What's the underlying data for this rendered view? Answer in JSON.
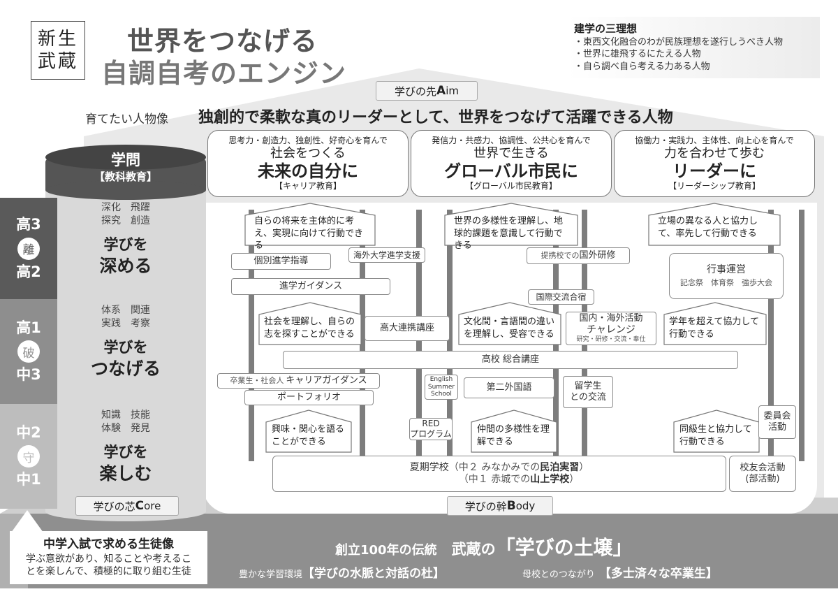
{
  "title": {
    "badge_line1": "新生",
    "badge_line2": "武蔵",
    "line1": "世界をつなげる",
    "line2": "自調自考のエンジン"
  },
  "ideals": {
    "heading": "建学の三理想",
    "items": [
      "・東西文化融合のわが民族理想を遂行しうべき人物",
      "・世界に雄飛するにたえる人物",
      "・自ら調べ自ら考える力ある人物"
    ]
  },
  "aim": {
    "label_pre": "学びの先 ",
    "label_cap": "A",
    "label_rest": "im",
    "person_label": "育てたい人物像",
    "person_text": "独創的で柔軟な真のリーダーとして、世界をつなげて活躍できる人物"
  },
  "headers": [
    {
      "sub": "思考力・創造力、独創性、好奇心を育んで",
      "line1": "社会をつくる",
      "line2": "未来の自分に",
      "tag": "【キャリア教育】"
    },
    {
      "sub": "発信力・共感力、協調性、公共心を育んで",
      "line1": "世界で生きる",
      "line2": "グローバル市民に",
      "tag": "【グローバル市民教育】"
    },
    {
      "sub": "協働力・実践力、主体性、向上心を育んで",
      "line1": "力を合わせて歩む",
      "line2": "リーダーに",
      "tag": "【リーダーシップ教育】"
    }
  ],
  "pillar": {
    "title": "学問",
    "subtitle": "【教科教育】",
    "levels": [
      {
        "small1": "深化　飛躍",
        "small2": "探究　創造",
        "big1": "学びを",
        "big2": "深める"
      },
      {
        "small1": "体系　関連",
        "small2": "実践　考察",
        "big1": "学びを",
        "big2": "つなげる"
      },
      {
        "small1": "知識　技能",
        "small2": "体験　発見",
        "big1": "学びを",
        "big2": "楽しむ"
      }
    ],
    "core_pre": "学びの芯 ",
    "core_cap": "C",
    "core_rest": "ore"
  },
  "stages": [
    {
      "top": "高3",
      "mid": "離",
      "bottom": "高2",
      "color": "#5a5a5a"
    },
    {
      "top": "高1",
      "mid": "破",
      "bottom": "中3",
      "color": "#8e8e8e"
    },
    {
      "top": "中2",
      "mid": "守",
      "bottom": "中1",
      "color": "#bdbdbd"
    }
  ],
  "goals": {
    "career_top": "自らの将来を主体的に考え、実現に向けて行動できる",
    "career_mid": "社会を理解し、自らの志を探すことができる",
    "career_low": "興味・関心を語ることができる",
    "global_top": "世界の多様性を理解し、地球的課題を意識して行動できる",
    "global_mid": "文化間・言語間の違いを理解し、受容できる",
    "global_low": "仲間の多様性を理解できる",
    "leader_top": "立場の異なる人と協力して、率先して行動できる",
    "leader_mid": "学年を超えて協力して行動できる",
    "leader_low": "同級生と協力して行動できる"
  },
  "programs": {
    "kobetsu": "個別進学指導",
    "kaigai_shien": "海外大学進学支援",
    "guidance": "進学ガイダンス",
    "kodai": "高大連携講座",
    "teikei_pre": "提携校での",
    "teikei_main": "国外研修",
    "kokusai": "国際交流合宿",
    "challenge_line1": "国内・海外活動",
    "challenge_line2": "チャレンジ",
    "challenge_sub": "研究・研修・交流・奉仕",
    "gyoji_title": "行事運営",
    "gyoji_sub": "記念祭　体育祭　強歩大会",
    "sogo": "高校 総合講座",
    "career_g_pre": "卒業生・社会人",
    "career_g_main": "キャリアガイダンス",
    "portfolio": "ポートフォリオ",
    "english_1": "English",
    "english_2": "Summer",
    "english_3": "School",
    "daini": "第二外国語",
    "ryugaku_1": "留学生",
    "ryugaku_2": "との交流",
    "iinkai_1": "委員会",
    "iinkai_2": "活動",
    "red_1": "RED",
    "red_2": "プログラム",
    "kaki_title": "夏期学校",
    "kaki_l1_pre": "（中２ みなかみでの",
    "kaki_l1_bold": "民泊実習",
    "kaki_l1_post": "）",
    "kaki_l2_pre": "（中１ 赤城での",
    "kaki_l2_bold": "山上学校",
    "kaki_l2_post": "）",
    "koyukai_1": "校友会活動",
    "koyukai_2": "(部活動)",
    "body_pre": "学びの幹 ",
    "body_cap": "B",
    "body_rest": "ody"
  },
  "entrance": {
    "title": "中学入試で求める生徒像",
    "line1": "学ぶ意欲があり、知ることや考えるこ",
    "line2": "とを楽しんで、積極的に取り組む生徒"
  },
  "soil": {
    "tradition": "創立100年の伝統",
    "musashi": "武蔵の",
    "main": "「学びの土壌」",
    "env_label": "豊かな学習環境",
    "env_main": "【学びの水脈と対話の杜】",
    "alumni_label": "母校とのつながり",
    "alumni_main": "【多士済々な卒業生】"
  },
  "colors": {
    "dark": "#5a5a5a",
    "mid": "#8e8e8e",
    "light": "#bdbdbd",
    "soil": "#8f8f8f"
  }
}
